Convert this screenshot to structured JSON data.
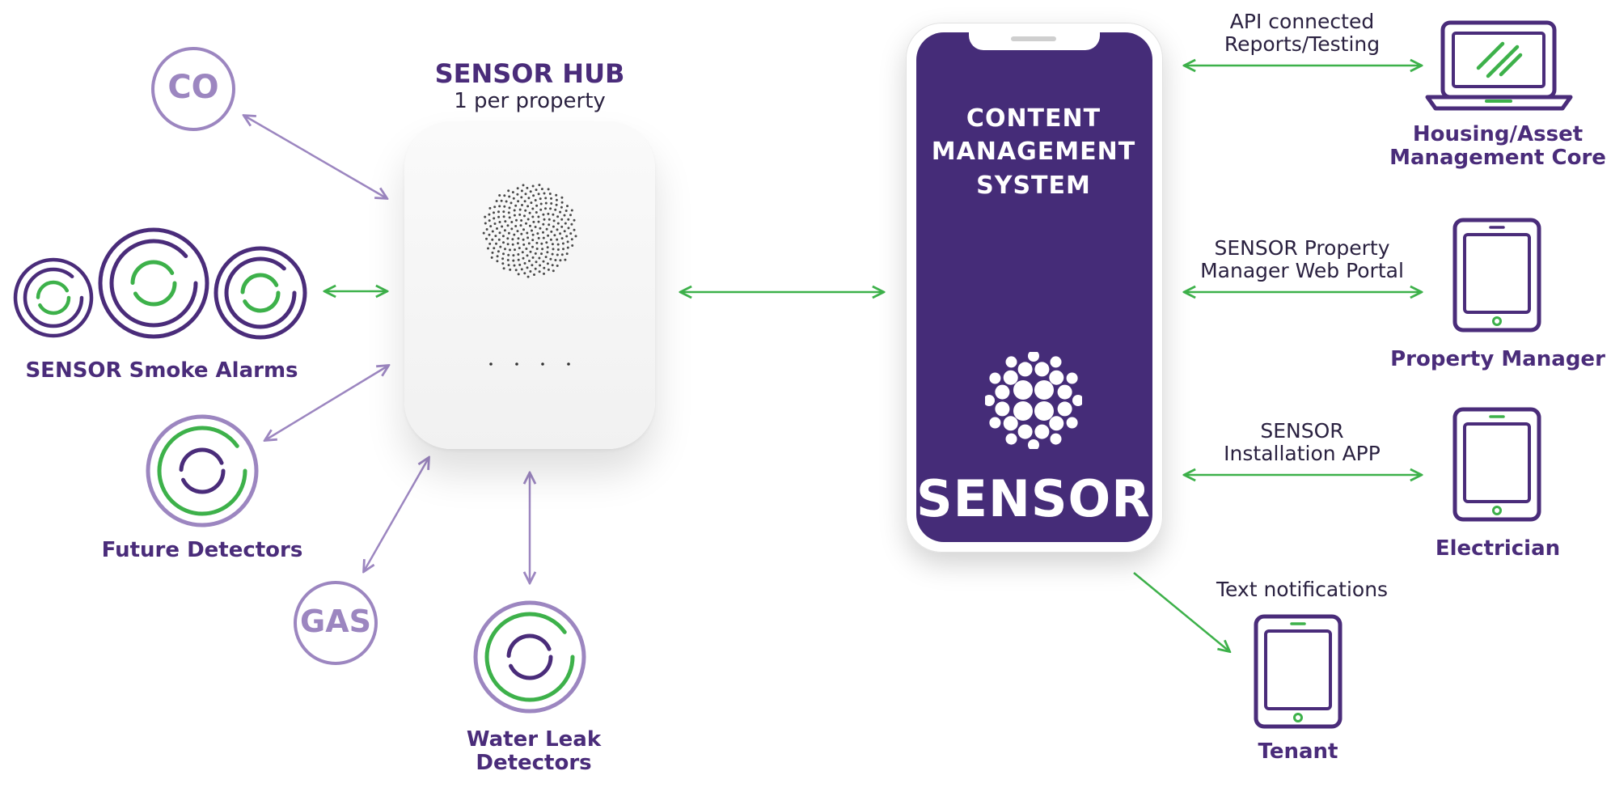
{
  "hub": {
    "title": "SENSOR HUB",
    "subtitle": "1 per property"
  },
  "cms": {
    "lines": [
      "CONTENT",
      "MANAGEMENT",
      "SYSTEM"
    ],
    "brand": "SENSOR"
  },
  "detectors": {
    "co": "CO",
    "gas": "GAS",
    "smoke_alarms": "SENSOR Smoke Alarms",
    "future": "Future Detectors",
    "water_leak": [
      "Water Leak",
      "Detectors"
    ]
  },
  "connections": {
    "api": [
      "API connected",
      "Reports/Testing"
    ],
    "portal": [
      "SENSOR Property",
      "Manager Web Portal"
    ],
    "install": [
      "SENSOR",
      "Installation APP"
    ],
    "notify": "Text notifications"
  },
  "users": {
    "housing": [
      "Housing/Asset",
      "Management Core"
    ],
    "property_manager": "Property Manager",
    "electrician": "Electrician",
    "tenant": "Tenant"
  },
  "colors": {
    "purple": "#4a2c7a",
    "light_purple": "#9c86c0",
    "green": "#3db14a",
    "screen": "#452c78"
  }
}
